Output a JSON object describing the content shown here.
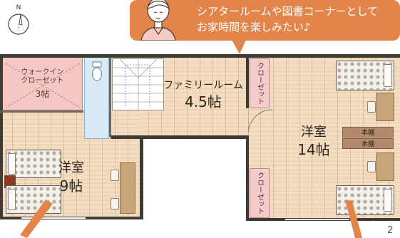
{
  "callout": {
    "line1": "シアタールームや図書コーナーとして",
    "line2": "お家時間を楽しみたい♪",
    "color": "#e38448"
  },
  "compass": {
    "north_label": "N"
  },
  "rooms": {
    "walkin_closet": {
      "name": "ウォークイン\nクローゼット",
      "size": "3帖"
    },
    "family_room": {
      "name": "ファミリールーム",
      "size": "4.5帖"
    },
    "closet_top": {
      "label": "クローゼット"
    },
    "closet_bottom": {
      "label": "クローゼット"
    },
    "western_room_large": {
      "name": "洋室",
      "size": "14帖"
    },
    "western_room_small": {
      "name": "洋室",
      "size": "9帖"
    },
    "shelf_1": {
      "label": "本棚"
    },
    "shelf_2": {
      "label": "本棚"
    }
  },
  "corner_number": "2"
}
